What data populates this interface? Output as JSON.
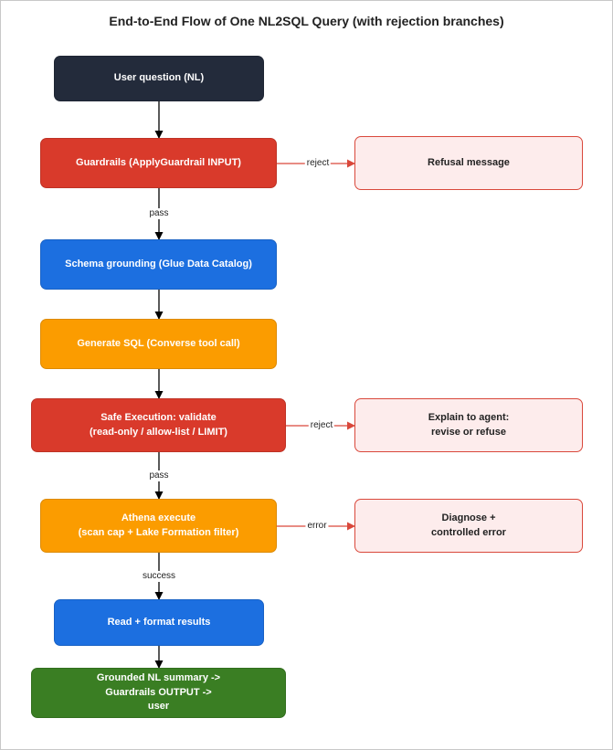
{
  "title": "End-to-End Flow of One NL2SQL Query (with rejection branches)",
  "colors": {
    "navy": "#232b3b",
    "red": "#d93a2b",
    "blue": "#1c6fe0",
    "orange": "#fb9c00",
    "green": "#3a7e23",
    "reject_fill": "#fdecec",
    "reject_border": "#d9483b"
  },
  "nodes": {
    "user_question": "User question (NL)",
    "guardrails_input": "Guardrails (ApplyGuardrail INPUT)",
    "schema_grounding": "Schema grounding (Glue Data Catalog)",
    "generate_sql": "Generate SQL (Converse tool call)",
    "safe_execution": "Safe Execution: validate\n(read-only / allow-list / LIMIT)",
    "athena_execute": "Athena execute\n(scan cap + Lake Formation filter)",
    "read_format": "Read + format results",
    "grounded_summary": "Grounded NL summary ->\nGuardrails OUTPUT ->\nuser",
    "refusal": "Refusal message",
    "explain_agent": "Explain to agent:\nrevise or refuse",
    "diagnose": "Diagnose +\ncontrolled error"
  },
  "edge_labels": {
    "pass_1": "pass",
    "pass_2": "pass",
    "success": "success",
    "reject_1": "reject",
    "reject_2": "reject",
    "error": "error"
  }
}
